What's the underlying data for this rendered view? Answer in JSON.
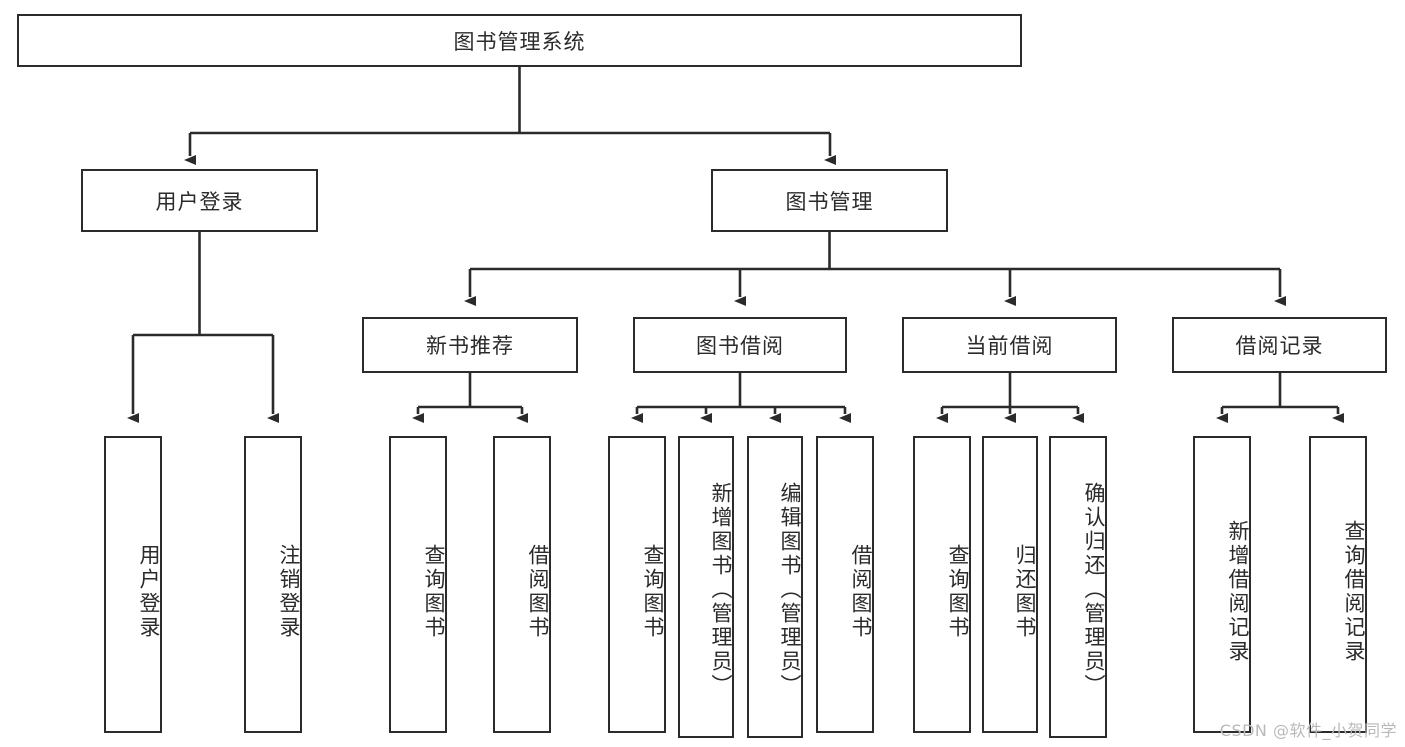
{
  "diagram": {
    "title": "图书管理系统",
    "type": "tree-hierarchy-diagram",
    "root": {
      "label": "图书管理系统"
    },
    "level2": [
      {
        "label": "用户登录"
      },
      {
        "label": "图书管理"
      }
    ],
    "level3": [
      {
        "label": "新书推荐"
      },
      {
        "label": "图书借阅"
      },
      {
        "label": "当前借阅"
      },
      {
        "label": "借阅记录"
      }
    ],
    "leaves": {
      "user_login": [
        {
          "label": "用户登录"
        },
        {
          "label": "注销登录"
        }
      ],
      "new_book_recommend": [
        {
          "label": "查询图书"
        },
        {
          "label": "借阅图书"
        }
      ],
      "book_borrow": [
        {
          "label": "查询图书"
        },
        {
          "label": "新增图书（管理员）"
        },
        {
          "label": "编辑图书（管理员）"
        },
        {
          "label": "借阅图书"
        }
      ],
      "current_borrow": [
        {
          "label": "查询图书"
        },
        {
          "label": "归还图书"
        },
        {
          "label": "确认归还（管理员）"
        }
      ],
      "borrow_record": [
        {
          "label": "新增借阅记录"
        },
        {
          "label": "查询借阅记录"
        }
      ]
    },
    "watermark": "CSDN @软件_小贺同学",
    "colors": {
      "stroke": "#2b2b2b",
      "fill": "#ffffff",
      "text": "#2b2b2b",
      "watermark": "#b9b9b9"
    }
  }
}
